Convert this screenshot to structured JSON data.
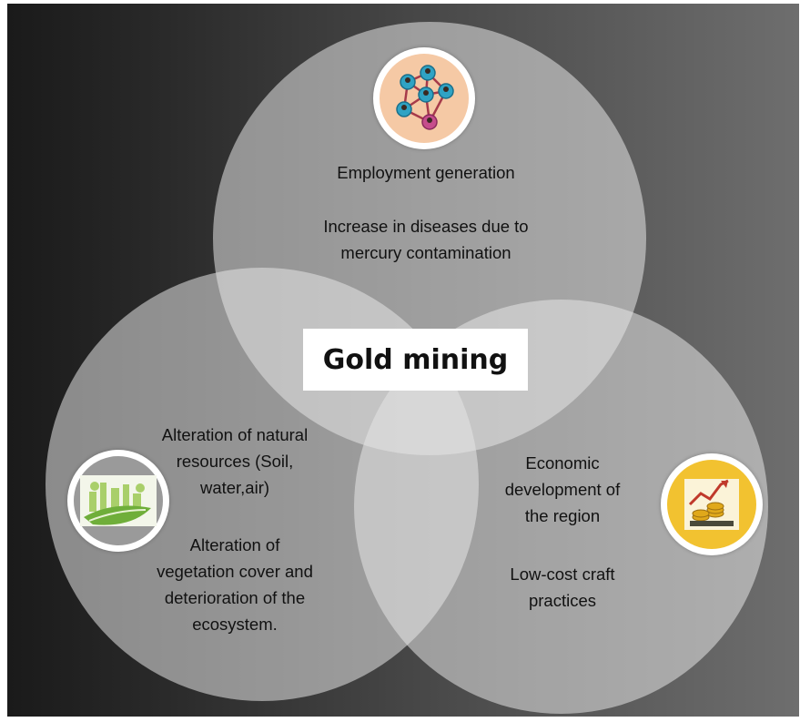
{
  "center": {
    "title": "Gold mining"
  },
  "top": {
    "items": [
      "Employment generation",
      "Increase in diseases due to",
      "mercury contamination"
    ],
    "icon": "social-network-icon",
    "badge_color": "#f5c9a5"
  },
  "left": {
    "items": [
      "Alteration of natural",
      "resources (Soil,",
      "water,air)",
      "Alteration of",
      "vegetation cover and",
      "deterioration of the",
      "ecosystem."
    ],
    "icon": "green-city-leaf-icon",
    "badge_color": "#c9dca0"
  },
  "right": {
    "items": [
      "Economic",
      "development of",
      "the region",
      "Low-cost craft",
      "practices"
    ],
    "icon": "gold-coins-growth-icon",
    "badge_color": "#f2c230"
  }
}
